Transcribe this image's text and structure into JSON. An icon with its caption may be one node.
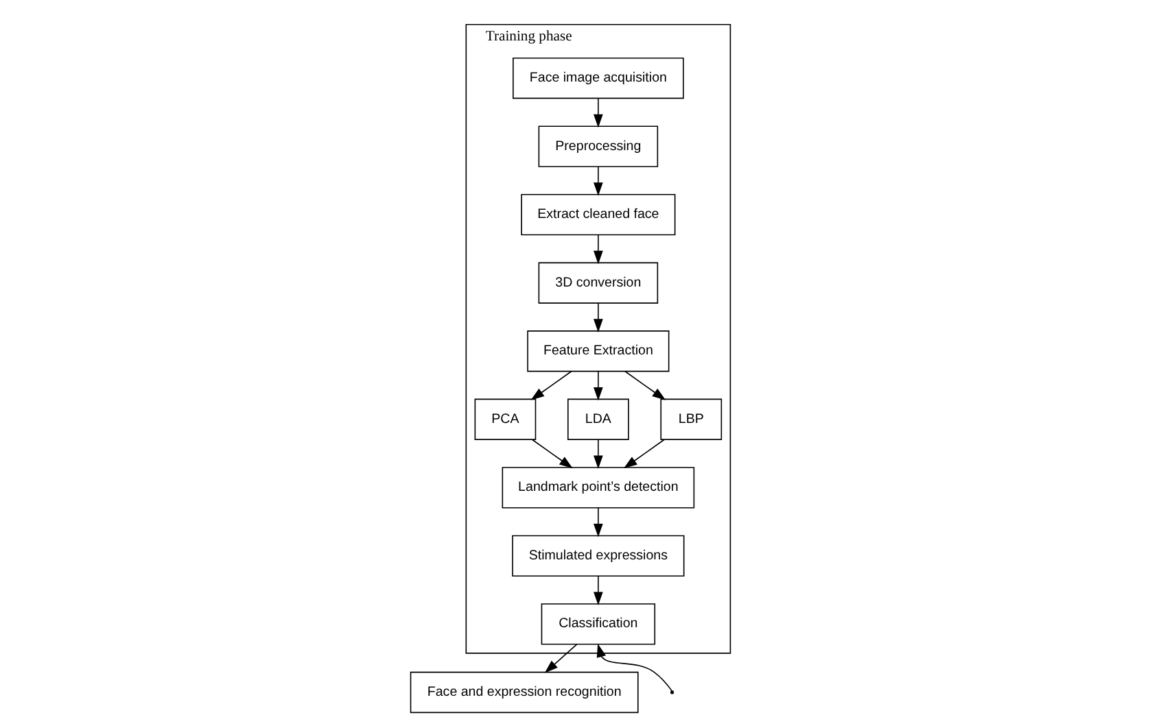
{
  "diagram": {
    "nodes": [
      {
        "text": [
          "Training phase"
        ]
      },
      {
        "text": [
          "Face image acquisition"
        ],
        "in": 0
      },
      {
        "text": [
          "Preprocessing"
        ],
        "in": 0
      },
      {
        "text": [
          "Extract cleaned face"
        ],
        "in": 0
      },
      {
        "text": [
          "3D conversion"
        ],
        "in": 0
      },
      {
        "text": [
          "PCA"
        ],
        "in": 0
      },
      {
        "text": [
          "LDA"
        ],
        "in": 0
      },
      {
        "text": [
          "LBP"
        ],
        "in": 0
      },
      {
        "text": [
          "Feature Extraction"
        ],
        "in": 0
      },
      {
        "text": [
          "Landmark point’s detection"
        ],
        "in": 0
      },
      {
        "text": [
          "Stimulated expressions"
        ],
        "in": 0
      },
      {
        "text": [
          "Classification"
        ],
        "in": 0
      },
      {
        "text": [
          "Face and expression recognition"
        ]
      }
    ],
    "edges": [
      {
        "from": 1,
        "to": 2,
        "arrow": "to"
      },
      {
        "from": 2,
        "to": 3,
        "arrow": "to"
      },
      {
        "from": 3,
        "to": 4,
        "arrow": "to"
      },
      {
        "from": 4,
        "to": 8,
        "arrow": "to"
      },
      {
        "from": 8,
        "to": 5,
        "arrow": "to"
      },
      {
        "from": 8,
        "to": 6,
        "arrow": "to"
      },
      {
        "from": 8,
        "to": 7,
        "arrow": "to"
      },
      {
        "from": 5,
        "to": 9,
        "arrow": "to"
      },
      {
        "from": 6,
        "to": 9,
        "arrow": "to"
      },
      {
        "from": 7,
        "to": 9,
        "arrow": "to"
      },
      {
        "from": 9,
        "to": 10,
        "arrow": "to"
      },
      {
        "from": 10,
        "to": 11,
        "arrow": "to"
      },
      {
        "from": 11,
        "to": 12,
        "arrow": "to"
      },
      {
        "from": null,
        "to": 11,
        "arrow": "to"
      }
    ]
  }
}
